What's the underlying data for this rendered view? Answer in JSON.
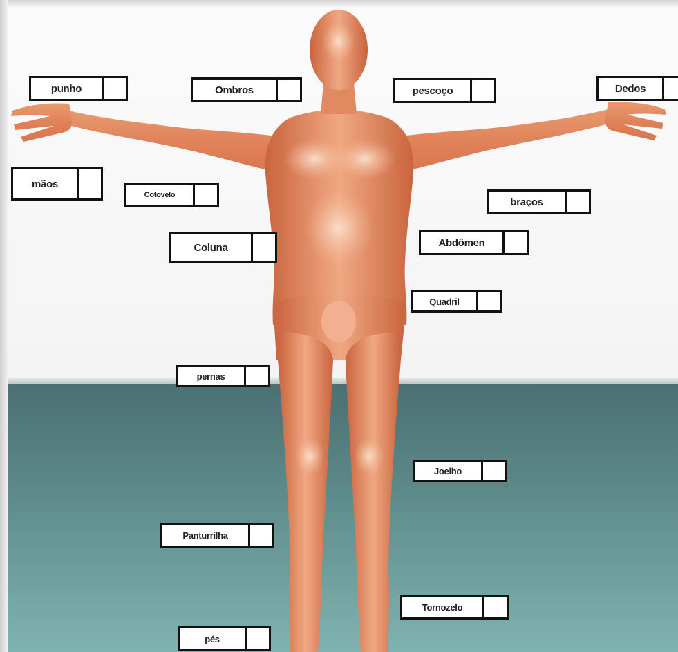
{
  "labels": {
    "punho": "punho",
    "ombros": "Ombros",
    "pescoco": "pescoço",
    "dedos": "Dedos",
    "maos": "mãos",
    "cotovelo": "Cotovelo",
    "bracos": "braços",
    "coluna": "Coluna",
    "abdomen": "Abdômen",
    "quadril": "Quadril",
    "pernas": "pernas",
    "joelho": "Joelho",
    "panturrilha": "Panturrilha",
    "tornozelo": "Tornozelo",
    "pes": "pés"
  },
  "colors": {
    "skin": "#e0875c",
    "skin_highlight": "#f6c8a8",
    "wall": "#f6f6f6",
    "floor_top": "#4b6f70",
    "floor_bottom": "#7fb3b0",
    "label_border": "#111111"
  }
}
